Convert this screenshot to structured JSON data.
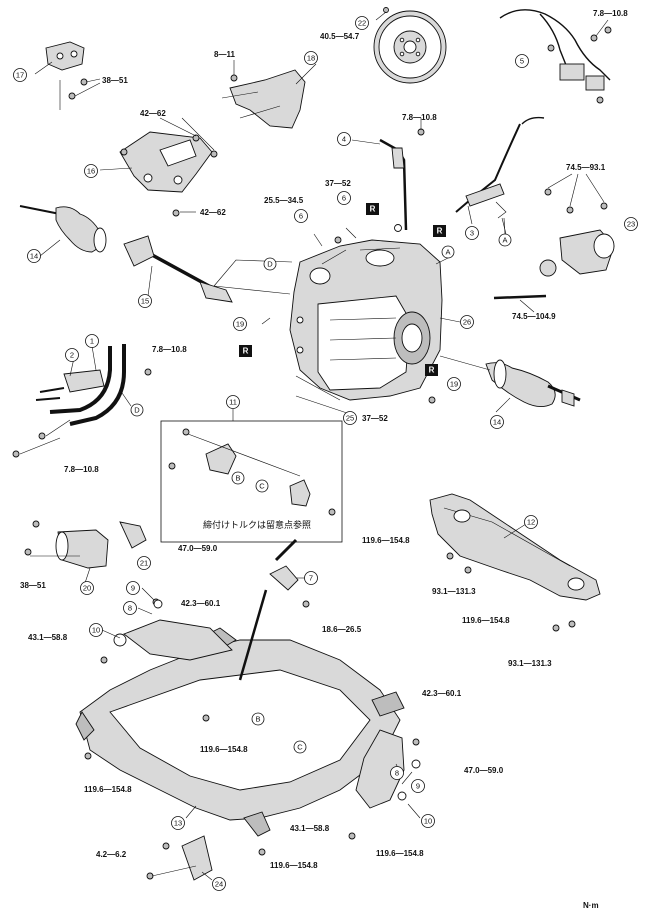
{
  "torque_specs": {
    "t1": "7.8—10.8",
    "t2": "40.5—54.7",
    "t3": "8—11",
    "t4": "38—51",
    "t5": "42—62",
    "t6": "7.8—10.8",
    "t7": "74.5—93.1",
    "t8": "25.5—34.5",
    "t9": "37—52",
    "t10": "42—62",
    "t11": "74.5—104.9",
    "t12": "7.8—10.8",
    "t13": "7.8—10.8",
    "t14": "37—52",
    "t15": "38—51",
    "t16": "47.0—59.0",
    "t17": "119.6—154.8",
    "t18": "93.1—131.3",
    "t19": "42.3—60.1",
    "t20": "18.6—26.5",
    "t21": "43.1—58.8",
    "t22": "119.6—154.8",
    "t23": "93.1—131.3",
    "t24": "42.3—60.1",
    "t25": "119.6—154.8",
    "t26": "47.0—59.0",
    "t27": "119.6—154.8",
    "t28": "43.1—58.8",
    "t29": "4.2—6.2",
    "t30": "119.6—154.8",
    "t31": "119.6—154.8"
  },
  "callouts": [
    "22",
    "5",
    "17",
    "18",
    "16",
    "4",
    "3",
    "23",
    "14",
    "15",
    "6",
    "6",
    "19",
    "26",
    "2",
    "1",
    "11",
    "12",
    "21",
    "20",
    "7",
    "9",
    "8",
    "10",
    "13",
    "25",
    "14",
    "19",
    "9",
    "8",
    "10",
    "24"
  ],
  "letters": {
    "a1": "A",
    "a2": "A",
    "b1": "B",
    "b2": "B",
    "c1": "C",
    "c2": "C",
    "d1": "D",
    "d2": "D"
  },
  "r_mark": "R",
  "inset_note": "締付けトルクは留意点参照",
  "unit_label": "N·m"
}
